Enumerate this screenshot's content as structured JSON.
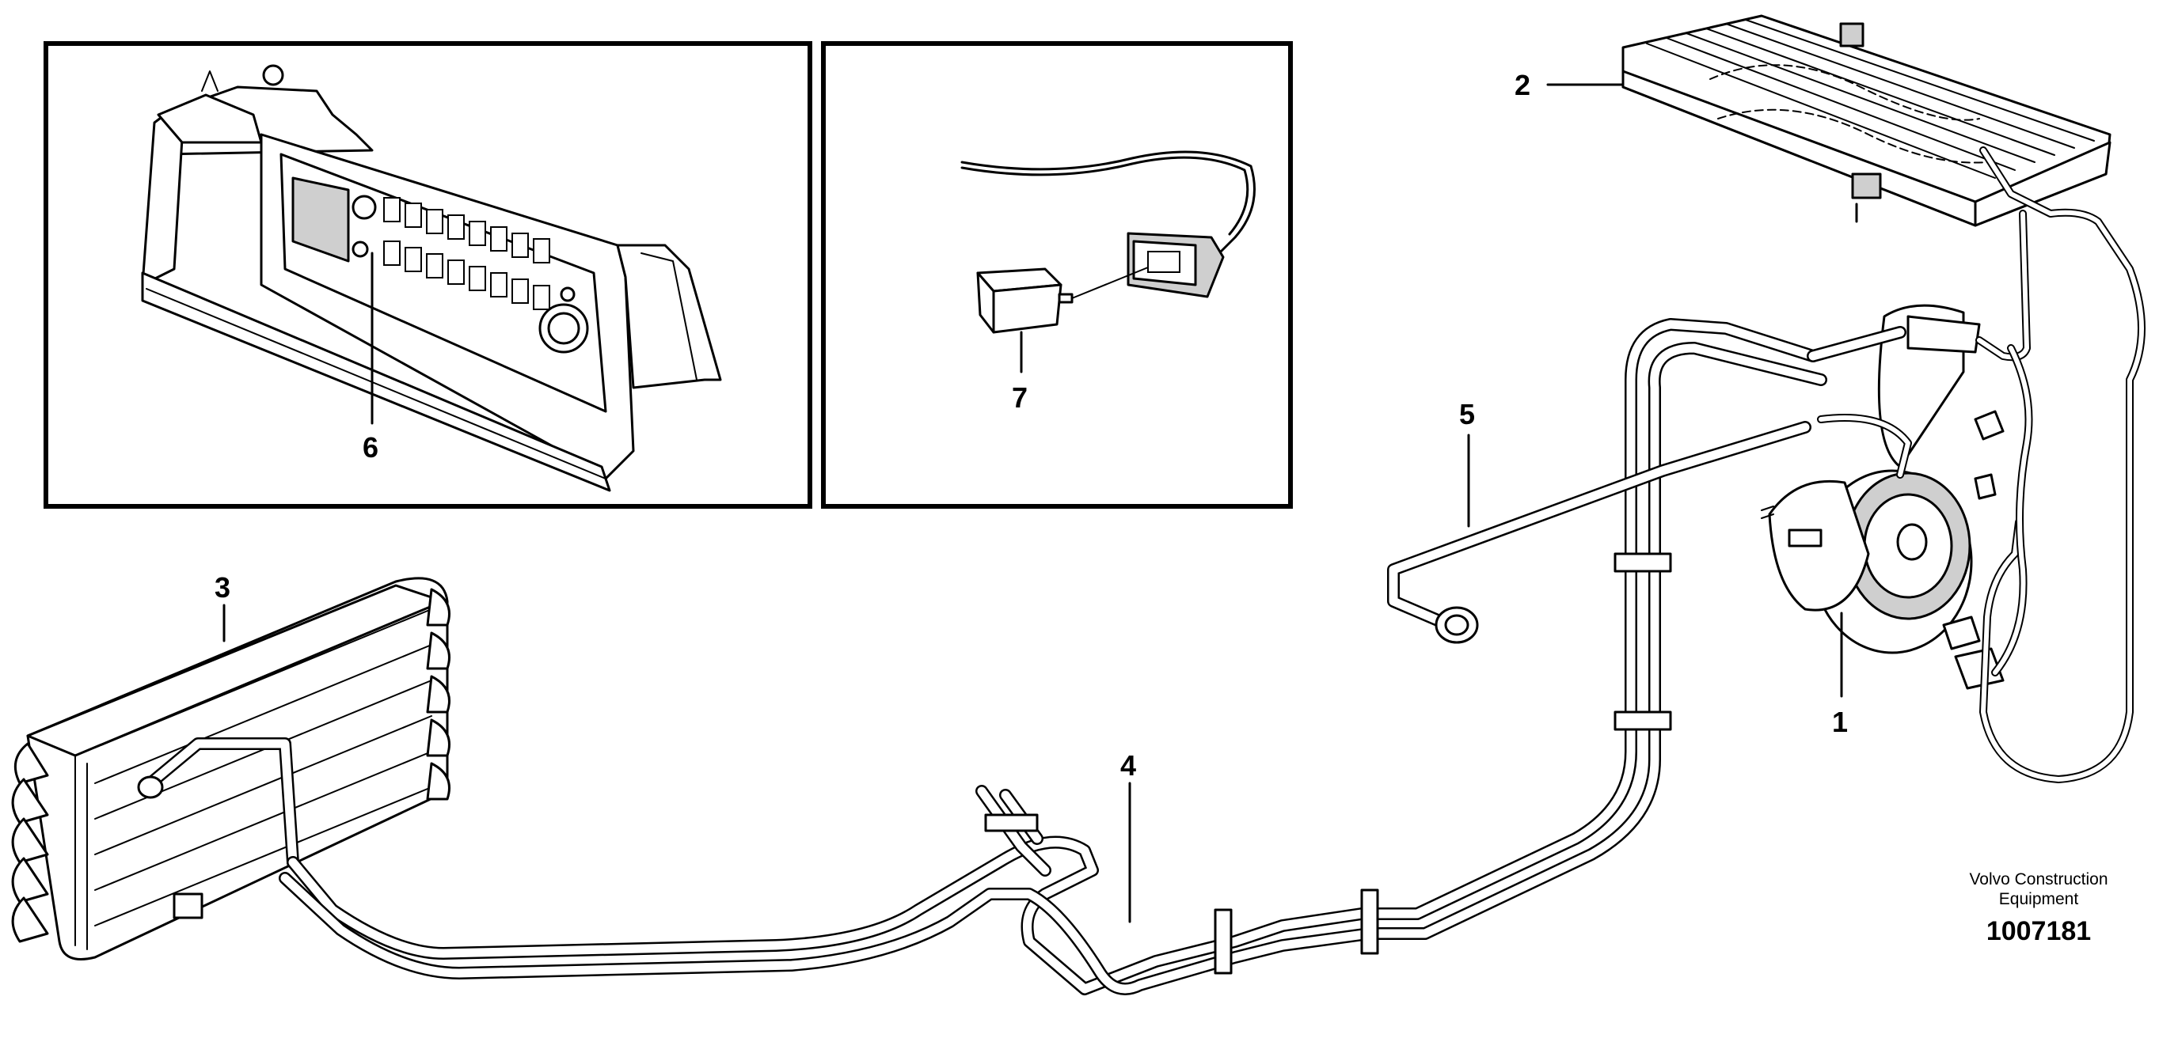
{
  "callouts": [
    "1",
    "2",
    "3",
    "4",
    "5",
    "6",
    "7"
  ],
  "credit": {
    "line1": "Volvo Construction",
    "line2": "Equipment"
  },
  "part_number": "1007181",
  "icons": {
    "inset_left": "instrument-panel-icon",
    "inset_middle": "relay-icon",
    "condenser": "condenser-icon",
    "evaporator": "evaporator-icon",
    "compressor": "compressor-icon"
  }
}
